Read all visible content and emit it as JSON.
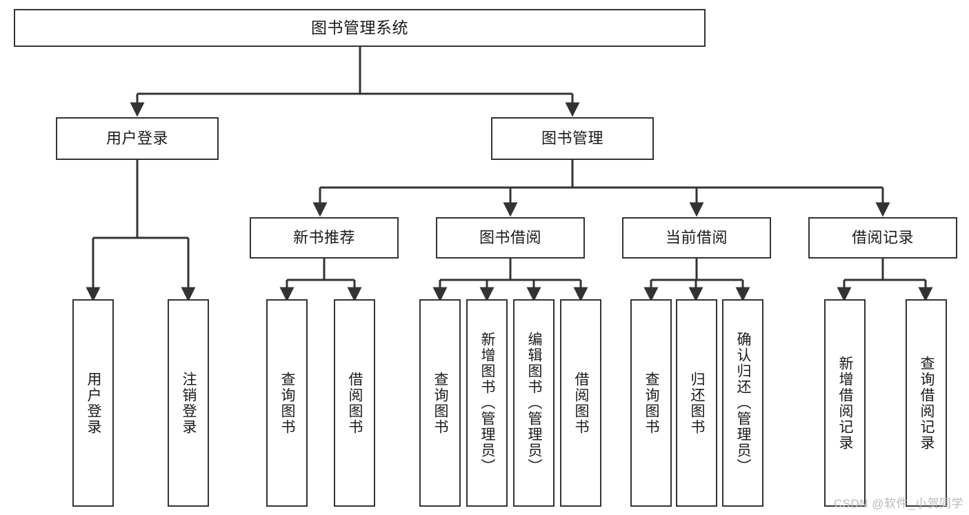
{
  "diagram": {
    "title": "图书管理系统",
    "type": "tree-hierarchy-chart",
    "nodes": {
      "root": {
        "label": "图书管理系统"
      },
      "level1": [
        {
          "id": "user-login",
          "label": "用户登录"
        },
        {
          "id": "book-management",
          "label": "图书管理"
        }
      ],
      "level2": [
        {
          "id": "new-book-recommend",
          "label": "新书推荐"
        },
        {
          "id": "book-borrow",
          "label": "图书借阅"
        },
        {
          "id": "current-borrow",
          "label": "当前借阅"
        },
        {
          "id": "borrow-record",
          "label": "借阅记录"
        }
      ],
      "leaves": {
        "user_login": [
          {
            "id": "leaf-user-login",
            "label": "用户登录"
          },
          {
            "id": "leaf-logout-login",
            "label": "注销登录"
          }
        ],
        "new_book_recommend": [
          {
            "id": "leaf-query-book-1",
            "label": "查询图书"
          },
          {
            "id": "leaf-borrow-book-1",
            "label": "借阅图书"
          }
        ],
        "book_borrow": [
          {
            "id": "leaf-query-book-2",
            "label": "查询图书"
          },
          {
            "id": "leaf-add-book",
            "label": "新增图书（管理员）"
          },
          {
            "id": "leaf-edit-book",
            "label": "编辑图书（管理员）"
          },
          {
            "id": "leaf-borrow-book-2",
            "label": "借阅图书"
          }
        ],
        "current_borrow": [
          {
            "id": "leaf-query-book-3",
            "label": "查询图书"
          },
          {
            "id": "leaf-return-book",
            "label": "归还图书"
          },
          {
            "id": "leaf-confirm-return",
            "label": "确认归还（管理员）"
          }
        ],
        "borrow_record": [
          {
            "id": "leaf-add-record",
            "label": "新增借阅记录"
          },
          {
            "id": "leaf-query-record",
            "label": "查询借阅记录"
          }
        ]
      }
    },
    "colors": {
      "stroke": "#333333",
      "box_fill": "#ffffff",
      "text": "#1a1a1a",
      "background": "#ffffff",
      "watermark": "#b9b9b9"
    }
  },
  "watermark": {
    "text": "CSDN @软件_小贺同学"
  }
}
